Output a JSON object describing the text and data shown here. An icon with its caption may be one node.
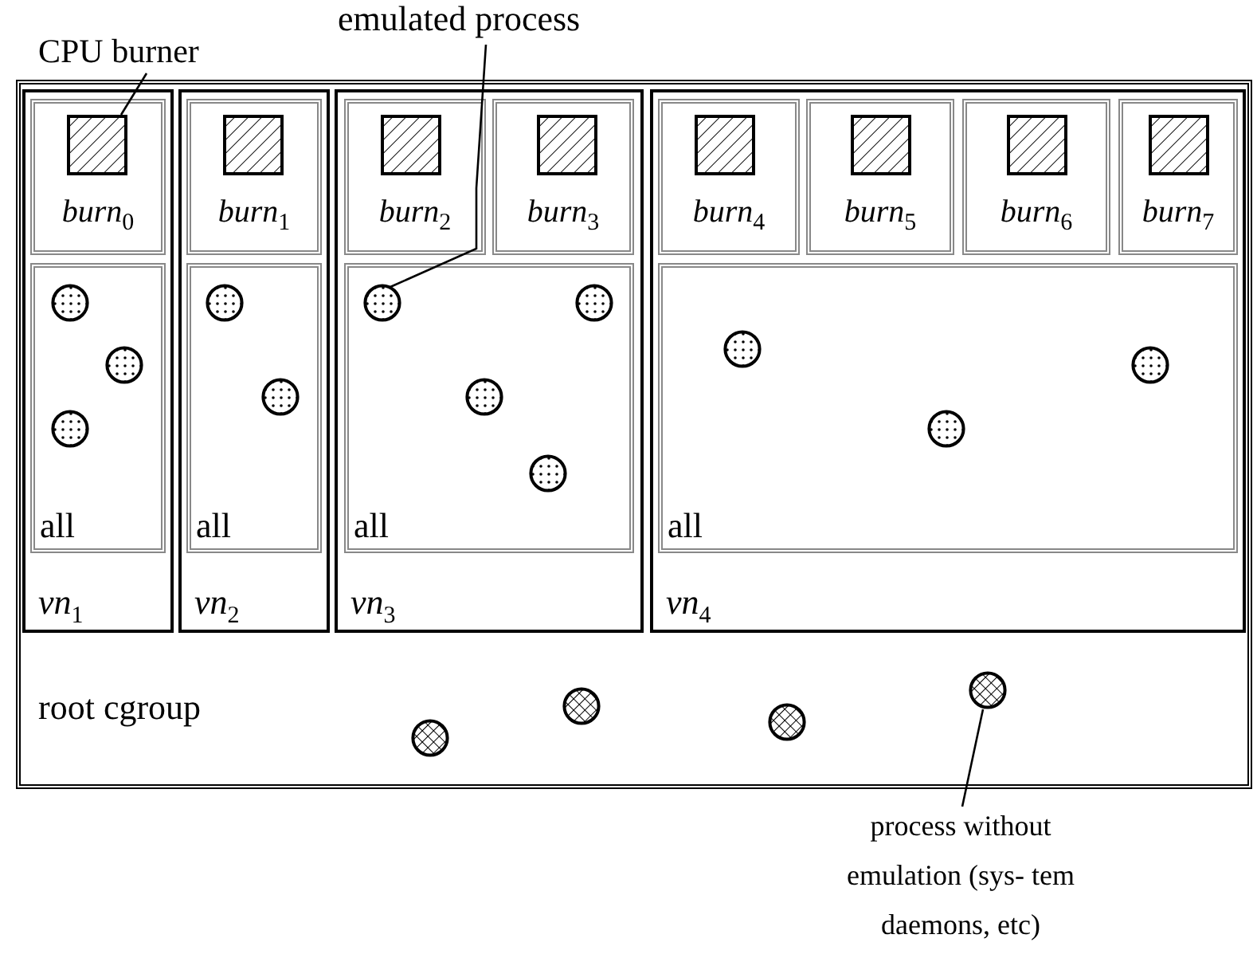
{
  "diagram": {
    "nodes": [
      {
        "text": [
          "root cgroup"
        ]
      },
      {
        "text": [
          "*vn*$_{1}$"
        ],
        "in": 0
      },
      {
        "text": [
          "*burn*$_{0}$"
        ],
        "in": 1
      },
      {
        "text": [],
        "shape": "box",
        "in": 2
      },
      {
        "text": [
          "all"
        ],
        "in": 1
      },
      {
        "text": [],
        "shape": "circle",
        "in": 4
      },
      {
        "text": [],
        "shape": "circle",
        "in": 4
      },
      {
        "text": [],
        "shape": "circle",
        "in": 4
      },
      {
        "text": [
          "*vn*$_{2}$"
        ],
        "in": 0
      },
      {
        "text": [
          "*burn*$_{1}$"
        ],
        "in": 8
      },
      {
        "text": [],
        "shape": "box",
        "in": 9
      },
      {
        "text": [
          "all"
        ],
        "in": 8
      },
      {
        "text": [],
        "shape": "circle",
        "in": 11
      },
      {
        "text": [],
        "shape": "circle",
        "in": 11
      },
      {
        "text": [
          "*vn*$_{3}$"
        ],
        "in": 0
      },
      {
        "text": [
          "*burn*$_{2}$"
        ],
        "in": 14
      },
      {
        "text": [],
        "shape": "box",
        "in": 15
      },
      {
        "text": [
          "*burn*$_{3}$"
        ],
        "in": 14
      },
      {
        "text": [],
        "shape": "box",
        "in": 17
      },
      {
        "text": [
          "all"
        ],
        "in": 14
      },
      {
        "text": [],
        "shape": "circle",
        "in": 19
      },
      {
        "text": [],
        "shape": "circle",
        "in": 19
      },
      {
        "text": [],
        "shape": "circle",
        "in": 19
      },
      {
        "text": [],
        "shape": "circle",
        "in": 19
      },
      {
        "text": [
          "*vn*$_{4}$"
        ],
        "in": 0
      },
      {
        "text": [
          "*burn*$_{4}$"
        ],
        "in": 24
      },
      {
        "text": [],
        "shape": "box",
        "in": 25
      },
      {
        "text": [
          "*burn*$_{5}$"
        ],
        "in": 24
      },
      {
        "text": [],
        "shape": "box",
        "in": 27
      },
      {
        "text": [
          "*burn*$_{6}$"
        ],
        "in": 24
      },
      {
        "text": [],
        "shape": "box",
        "in": 29
      },
      {
        "text": [
          "*burn*$_{7}$"
        ],
        "in": 24
      },
      {
        "text": [],
        "shape": "box",
        "in": 31
      },
      {
        "text": [
          "all"
        ],
        "in": 24
      },
      {
        "text": [],
        "shape": "circle",
        "in": 33
      },
      {
        "text": [],
        "shape": "circle",
        "in": 33
      },
      {
        "text": [],
        "shape": "circle",
        "in": 33
      },
      {
        "text": [],
        "shape": "circle",
        "in": 0
      },
      {
        "text": [],
        "shape": "circle",
        "in": 0
      },
      {
        "text": [],
        "shape": "circle",
        "in": 0
      },
      {
        "text": [],
        "shape": "circle",
        "in": 0
      },
      {
        "text": [
          "CPU burner"
        ]
      },
      {
        "text": [
          "emulated process"
        ]
      },
      {
        "text": [
          "process without emulation (sys- tem daemons, etc)"
        ]
      }
    ],
    "edges": [
      {
        "from": 41,
        "to": 3,
        "arrow": "none"
      },
      {
        "from": 42,
        "to": 20,
        "arrow": "none"
      },
      {
        "from": 43,
        "to": 40,
        "arrow": "none"
      }
    ]
  }
}
